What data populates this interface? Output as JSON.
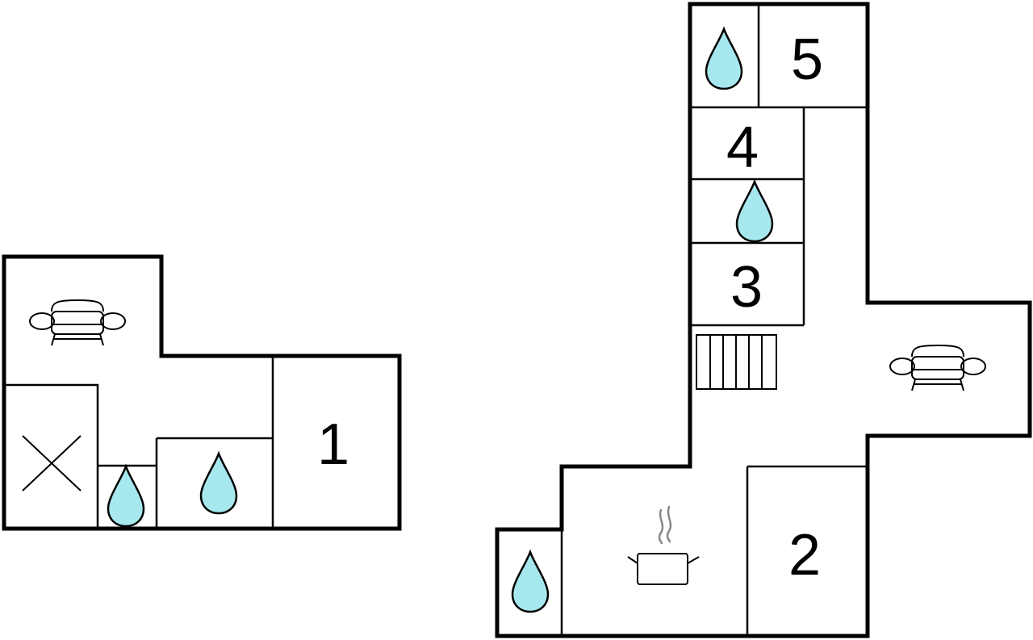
{
  "colors": {
    "wall": "#000000",
    "water_drop": "#a6e8ee",
    "background": "#ffffff"
  },
  "left_plan": {
    "rooms": [
      {
        "label": "1",
        "icon": "bedroom"
      }
    ],
    "icons": [
      "sofa-icon",
      "cross-icon",
      "water-drop-icon",
      "water-drop-icon"
    ]
  },
  "right_plan": {
    "rooms": [
      {
        "label": "5",
        "icon": "bedroom"
      },
      {
        "label": "4",
        "icon": "bedroom"
      },
      {
        "label": "3",
        "icon": "bedroom"
      },
      {
        "label": "2",
        "icon": "bedroom"
      }
    ],
    "icons": [
      "water-drop-icon",
      "water-drop-icon",
      "stairs-icon",
      "sofa-icon",
      "kitchen-pot-icon",
      "water-drop-icon"
    ]
  }
}
